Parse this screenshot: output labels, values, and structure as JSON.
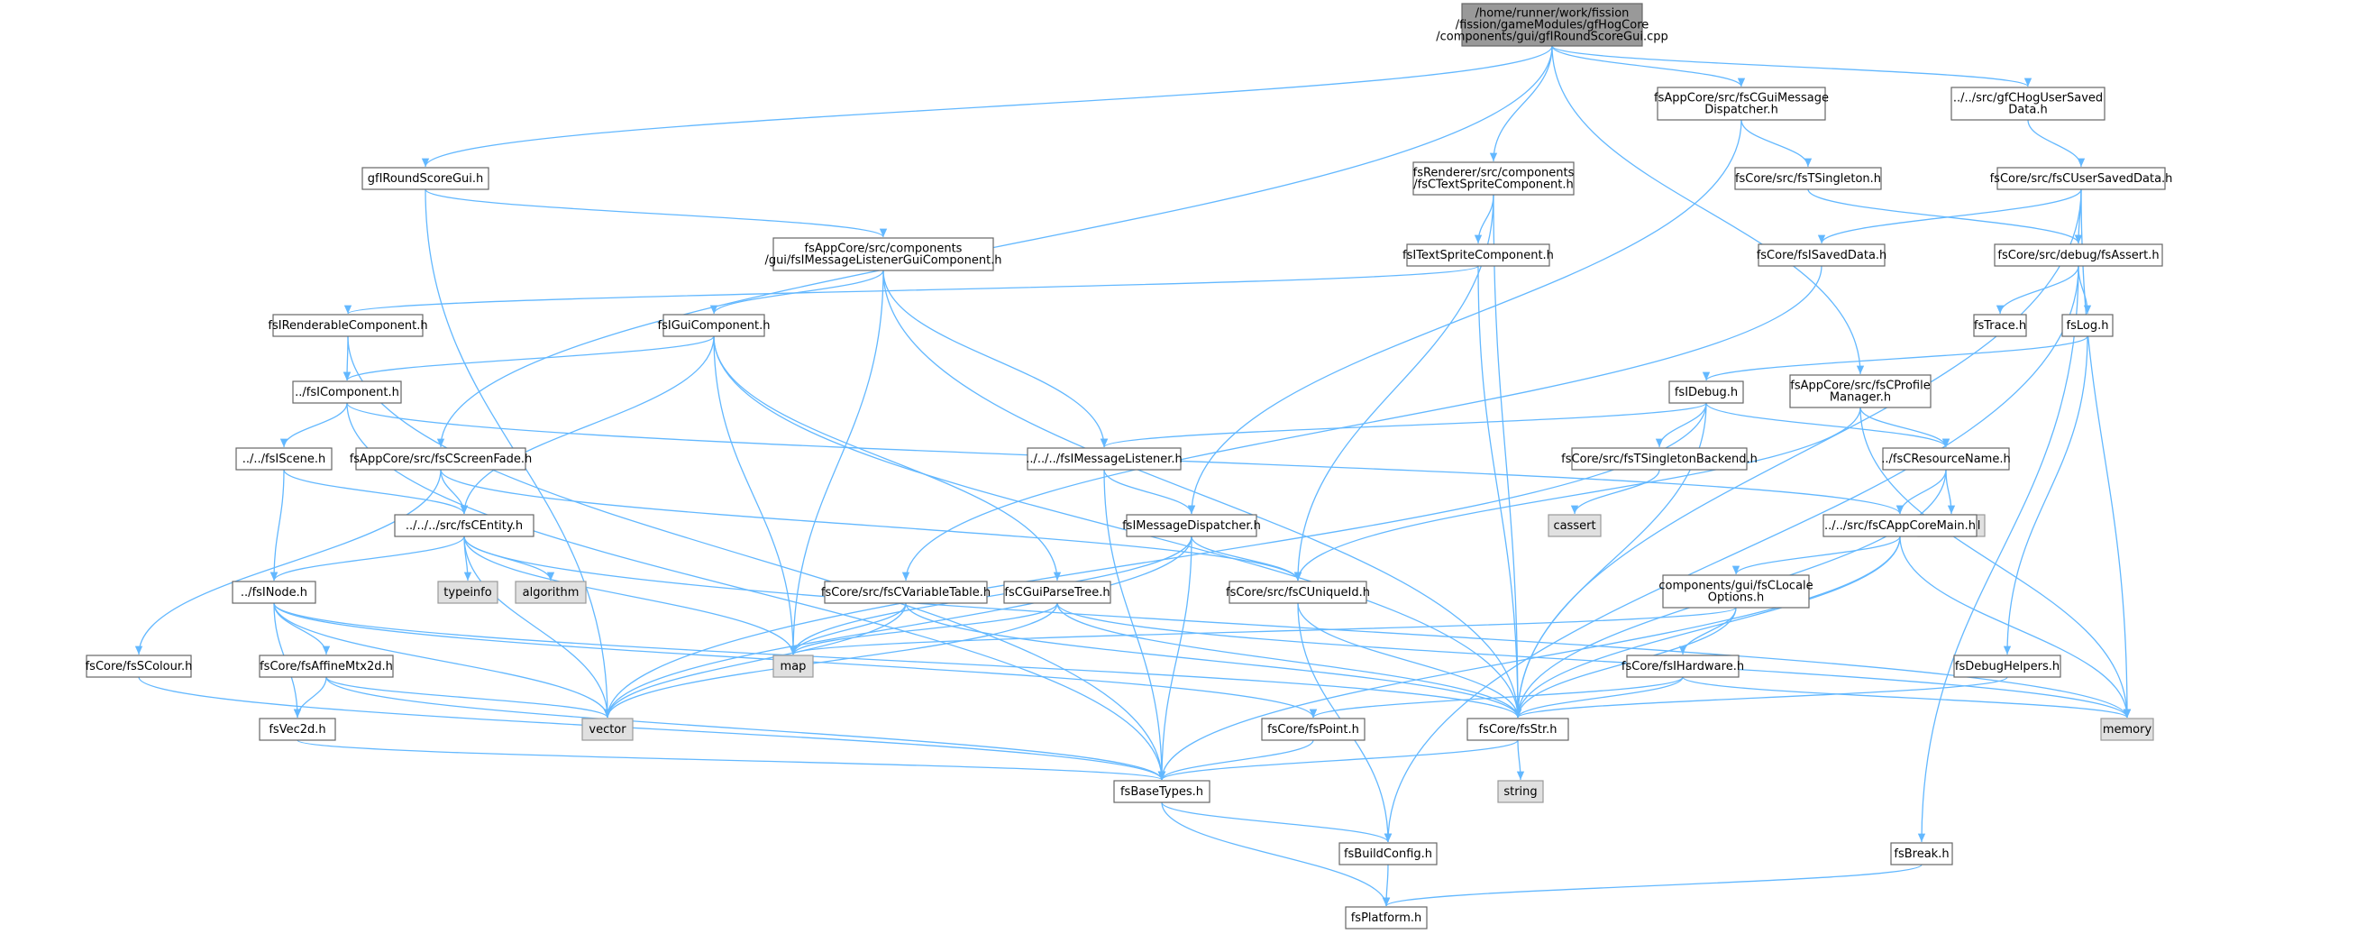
{
  "colors": {
    "edge": "#63b8ff",
    "root_fill": "#999999",
    "node_fill": "#ffffff",
    "ext_fill": "#e0e0e0",
    "border": "#666666"
  },
  "nodes": [
    {
      "id": "root",
      "lines": [
        "/home/runner/work/fission",
        "/fission/gameModules/gfHogCore",
        "/components/gui/gfIRoundScoreGui.cpp"
      ],
      "kind": "root"
    },
    {
      "id": "gfIRoundScoreGui",
      "lines": [
        "gfIRoundScoreGui.h"
      ],
      "kind": "file"
    },
    {
      "id": "fsAppCoreScreenFade",
      "lines": [
        "fsAppCore/src/fsCScreenFade.h"
      ],
      "kind": "file"
    },
    {
      "id": "fsRendererTextSprite",
      "lines": [
        "fsRenderer/src/components",
        "/fsCTextSpriteComponent.h"
      ],
      "kind": "file"
    },
    {
      "id": "fsAppCoreGuiMessage",
      "lines": [
        "fsAppCore/src/fsCGuiMessage",
        "Dispatcher.h"
      ],
      "kind": "file"
    },
    {
      "id": "gfCHogUserSaved",
      "lines": [
        "../../src/gfCHogUserSaved",
        "Data.h"
      ],
      "kind": "file"
    },
    {
      "id": "fsAppCoreProfileManager",
      "lines": [
        "fsAppCore/src/fsCProfile",
        "Manager.h"
      ],
      "kind": "file"
    },
    {
      "id": "fsIMessageListenerGui",
      "lines": [
        "fsAppCore/src/components",
        "/gui/fsIMessageListenerGuiComponent.h"
      ],
      "kind": "file"
    },
    {
      "id": "fsTSingleton",
      "lines": [
        "fsCore/src/fsTSingleton.h"
      ],
      "kind": "file"
    },
    {
      "id": "fsCUserSavedData",
      "lines": [
        "fsCore/src/fsCUserSavedData.h"
      ],
      "kind": "file"
    },
    {
      "id": "fsITextSpriteComponent",
      "lines": [
        "fsITextSpriteComponent.h"
      ],
      "kind": "file"
    },
    {
      "id": "fsISavedData",
      "lines": [
        "fsCore/fsISavedData.h"
      ],
      "kind": "file"
    },
    {
      "id": "fsAssert",
      "lines": [
        "fsCore/src/debug/fsAssert.h"
      ],
      "kind": "file"
    },
    {
      "id": "fsIRenderableComponent",
      "lines": [
        "fsIRenderableComponent.h"
      ],
      "kind": "file"
    },
    {
      "id": "fsIGuiComponent",
      "lines": [
        "fsIGuiComponent.h"
      ],
      "kind": "file"
    },
    {
      "id": "fsTrace",
      "lines": [
        "fsTrace.h"
      ],
      "kind": "file"
    },
    {
      "id": "fsLog",
      "lines": [
        "fsLog.h"
      ],
      "kind": "file"
    },
    {
      "id": "fsIComponent",
      "lines": [
        "../fsIComponent.h"
      ],
      "kind": "file"
    },
    {
      "id": "fsIDebug",
      "lines": [
        "fsIDebug.h"
      ],
      "kind": "file"
    },
    {
      "id": "fsIScene",
      "lines": [
        "../../fsIScene.h"
      ],
      "kind": "file"
    },
    {
      "id": "fsIMessageListener",
      "lines": [
        "../../../fsIMessageListener.h"
      ],
      "kind": "file"
    },
    {
      "id": "fsTSingletonBackend",
      "lines": [
        "fsCore/src/fsTSingletonBackend.h"
      ],
      "kind": "file"
    },
    {
      "id": "fsCResourceName",
      "lines": [
        "../fsCResourceName.h"
      ],
      "kind": "file"
    },
    {
      "id": "fsCEntity",
      "lines": [
        "../../../src/fsCEntity.h"
      ],
      "kind": "file"
    },
    {
      "id": "fsIMessageDispatcher",
      "lines": [
        "fsIMessageDispatcher.h"
      ],
      "kind": "file"
    },
    {
      "id": "cassert",
      "lines": [
        "cassert"
      ],
      "kind": "ext"
    },
    {
      "id": "functional",
      "lines": [
        "functional"
      ],
      "kind": "ext"
    },
    {
      "id": "fsCAppCoreMain",
      "lines": [
        "../../src/fsCAppCoreMain.h"
      ],
      "kind": "file"
    },
    {
      "id": "fsINode",
      "lines": [
        "../fsINode.h"
      ],
      "kind": "file"
    },
    {
      "id": "typeinfo",
      "lines": [
        "typeinfo"
      ],
      "kind": "ext"
    },
    {
      "id": "algorithm",
      "lines": [
        "algorithm"
      ],
      "kind": "ext"
    },
    {
      "id": "fsCVariableTable",
      "lines": [
        "fsCore/src/fsCVariableTable.h"
      ],
      "kind": "file"
    },
    {
      "id": "fsCGuiParseTree",
      "lines": [
        "fsCGuiParseTree.h"
      ],
      "kind": "file"
    },
    {
      "id": "fsCUniqueId",
      "lines": [
        "fsCore/src/fsCUniqueId.h"
      ],
      "kind": "file"
    },
    {
      "id": "fsCLocaleOptions",
      "lines": [
        "components/gui/fsCLocale",
        "Options.h"
      ],
      "kind": "file"
    },
    {
      "id": "fsSColour",
      "lines": [
        "fsCore/fsSColour.h"
      ],
      "kind": "file"
    },
    {
      "id": "fsAffineMtx2d",
      "lines": [
        "fsCore/fsAffineMtx2d.h"
      ],
      "kind": "file"
    },
    {
      "id": "map",
      "lines": [
        "map"
      ],
      "kind": "ext"
    },
    {
      "id": "fsIHardware",
      "lines": [
        "fsCore/fsIHardware.h"
      ],
      "kind": "file"
    },
    {
      "id": "fsDebugHelpers",
      "lines": [
        "fsDebugHelpers.h"
      ],
      "kind": "file"
    },
    {
      "id": "vector",
      "lines": [
        "vector"
      ],
      "kind": "ext"
    },
    {
      "id": "fsVec2d",
      "lines": [
        "fsVec2d.h"
      ],
      "kind": "file"
    },
    {
      "id": "fsPoint",
      "lines": [
        "fsCore/fsPoint.h"
      ],
      "kind": "file"
    },
    {
      "id": "fsStr",
      "lines": [
        "fsCore/fsStr.h"
      ],
      "kind": "file"
    },
    {
      "id": "memory",
      "lines": [
        "memory"
      ],
      "kind": "ext"
    },
    {
      "id": "string",
      "lines": [
        "string"
      ],
      "kind": "ext"
    },
    {
      "id": "fsBaseTypes",
      "lines": [
        "fsBaseTypes.h"
      ],
      "kind": "file"
    },
    {
      "id": "fsBuildConfig",
      "lines": [
        "fsBuildConfig.h"
      ],
      "kind": "file"
    },
    {
      "id": "fsBreak",
      "lines": [
        "fsBreak.h"
      ],
      "kind": "file"
    },
    {
      "id": "fsPlatform",
      "lines": [
        "fsPlatform.h"
      ],
      "kind": "file"
    }
  ],
  "edges": [
    [
      "root",
      "gfIRoundScoreGui"
    ],
    [
      "root",
      "fsAppCoreScreenFade"
    ],
    [
      "root",
      "fsRendererTextSprite"
    ],
    [
      "root",
      "fsAppCoreGuiMessage"
    ],
    [
      "root",
      "gfCHogUserSaved"
    ],
    [
      "root",
      "fsAppCoreProfileManager"
    ],
    [
      "gfIRoundScoreGui",
      "fsIMessageListenerGui"
    ],
    [
      "gfIRoundScoreGui",
      "vector"
    ],
    [
      "fsAppCoreScreenFade",
      "fsCEntity"
    ],
    [
      "fsAppCoreScreenFade",
      "fsSColour"
    ],
    [
      "fsAppCoreScreenFade",
      "fsCUniqueId"
    ],
    [
      "fsRendererTextSprite",
      "fsITextSpriteComponent"
    ],
    [
      "fsRendererTextSprite",
      "fsStr"
    ],
    [
      "fsRendererTextSprite",
      "fsCUniqueId"
    ],
    [
      "fsAppCoreGuiMessage",
      "fsTSingleton"
    ],
    [
      "fsAppCoreGuiMessage",
      "fsIMessageDispatcher"
    ],
    [
      "gfCHogUserSaved",
      "fsCUserSavedData"
    ],
    [
      "fsAppCoreProfileManager",
      "fsCResourceName"
    ],
    [
      "fsAppCoreProfileManager",
      "fsCUniqueId"
    ],
    [
      "fsAppCoreProfileManager",
      "memory"
    ],
    [
      "fsIMessageListenerGui",
      "fsIGuiComponent"
    ],
    [
      "fsIMessageListenerGui",
      "fsIMessageListener"
    ],
    [
      "fsIMessageListenerGui",
      "map"
    ],
    [
      "fsIMessageListenerGui",
      "fsStr"
    ],
    [
      "fsTSingleton",
      "fsAssert"
    ],
    [
      "fsCUserSavedData",
      "fsISavedData"
    ],
    [
      "fsCUserSavedData",
      "fsAssert"
    ],
    [
      "fsCUserSavedData",
      "fsStr"
    ],
    [
      "fsCUserSavedData",
      "memory"
    ],
    [
      "fsITextSpriteComponent",
      "fsIRenderableComponent"
    ],
    [
      "fsITextSpriteComponent",
      "fsStr"
    ],
    [
      "fsISavedData",
      "fsCVariableTable"
    ],
    [
      "fsAssert",
      "fsTrace"
    ],
    [
      "fsAssert",
      "fsLog"
    ],
    [
      "fsAssert",
      "fsBuildConfig"
    ],
    [
      "fsAssert",
      "fsBreak"
    ],
    [
      "fsIRenderableComponent",
      "fsIComponent"
    ],
    [
      "fsIRenderableComponent",
      "fsBaseTypes"
    ],
    [
      "fsIGuiComponent",
      "fsIComponent"
    ],
    [
      "fsIGuiComponent",
      "fsCEntity"
    ],
    [
      "fsIGuiComponent",
      "fsCGuiParseTree"
    ],
    [
      "fsIGuiComponent",
      "map"
    ],
    [
      "fsIGuiComponent",
      "fsStr"
    ],
    [
      "fsLog",
      "fsIDebug"
    ],
    [
      "fsLog",
      "fsDebugHelpers"
    ],
    [
      "fsIComponent",
      "fsIScene"
    ],
    [
      "fsIComponent",
      "fsCAppCoreMain"
    ],
    [
      "fsIComponent",
      "fsBaseTypes"
    ],
    [
      "fsIDebug",
      "fsTSingletonBackend"
    ],
    [
      "fsIDebug",
      "fsCResourceName"
    ],
    [
      "fsIDebug",
      "fsIMessageListener"
    ],
    [
      "fsIDebug",
      "fsStr"
    ],
    [
      "fsIDebug",
      "vector"
    ],
    [
      "fsIScene",
      "fsCEntity"
    ],
    [
      "fsIScene",
      "fsINode"
    ],
    [
      "fsIMessageListener",
      "fsIMessageDispatcher"
    ],
    [
      "fsIMessageListener",
      "fsBaseTypes"
    ],
    [
      "fsTSingletonBackend",
      "cassert"
    ],
    [
      "fsCResourceName",
      "functional"
    ],
    [
      "fsCResourceName",
      "fsCAppCoreMain"
    ],
    [
      "fsCResourceName",
      "fsStr"
    ],
    [
      "fsCEntity",
      "fsINode"
    ],
    [
      "fsCEntity",
      "typeinfo"
    ],
    [
      "fsCEntity",
      "algorithm"
    ],
    [
      "fsCEntity",
      "map"
    ],
    [
      "fsCEntity",
      "vector"
    ],
    [
      "fsCEntity",
      "memory"
    ],
    [
      "fsIMessageDispatcher",
      "fsCUniqueId"
    ],
    [
      "fsIMessageDispatcher",
      "map"
    ],
    [
      "fsIMessageDispatcher",
      "vector"
    ],
    [
      "fsIMessageDispatcher",
      "fsBaseTypes"
    ],
    [
      "fsCAppCoreMain",
      "fsCLocaleOptions"
    ],
    [
      "fsCAppCoreMain",
      "fsStr"
    ],
    [
      "fsCAppCoreMain",
      "memory"
    ],
    [
      "fsCAppCoreMain",
      "fsBaseTypes"
    ],
    [
      "fsINode",
      "fsAffineMtx2d"
    ],
    [
      "fsINode",
      "fsVec2d"
    ],
    [
      "fsINode",
      "fsPoint"
    ],
    [
      "fsINode",
      "fsStr"
    ],
    [
      "fsINode",
      "vector"
    ],
    [
      "fsCVariableTable",
      "map"
    ],
    [
      "fsCVariableTable",
      "vector"
    ],
    [
      "fsCVariableTable",
      "fsStr"
    ],
    [
      "fsCGuiParseTree",
      "map"
    ],
    [
      "fsCGuiParseTree",
      "vector"
    ],
    [
      "fsCGuiParseTree",
      "fsStr"
    ],
    [
      "fsCGuiParseTree",
      "memory"
    ],
    [
      "fsCUniqueId",
      "fsStr"
    ],
    [
      "fsCUniqueId",
      "fsBuildConfig"
    ],
    [
      "fsCLocaleOptions",
      "fsIHardware"
    ],
    [
      "fsCLocaleOptions",
      "map"
    ],
    [
      "fsCLocaleOptions",
      "fsStr"
    ],
    [
      "fsSColour",
      "fsBaseTypes"
    ],
    [
      "fsAffineMtx2d",
      "fsVec2d"
    ],
    [
      "fsAffineMtx2d",
      "vector"
    ],
    [
      "fsAffineMtx2d",
      "fsBaseTypes"
    ],
    [
      "fsIHardware",
      "fsPoint"
    ],
    [
      "fsIHardware",
      "fsStr"
    ],
    [
      "fsIHardware",
      "memory"
    ],
    [
      "fsDebugHelpers",
      "fsStr"
    ],
    [
      "fsVec2d",
      "fsBaseTypes"
    ],
    [
      "fsPoint",
      "fsBaseTypes"
    ],
    [
      "fsStr",
      "string"
    ],
    [
      "fsStr",
      "fsBaseTypes"
    ],
    [
      "fsBaseTypes",
      "fsBuildConfig"
    ],
    [
      "fsBaseTypes",
      "fsPlatform"
    ],
    [
      "fsBuildConfig",
      "fsPlatform"
    ],
    [
      "fsBreak",
      "fsPlatform"
    ]
  ]
}
